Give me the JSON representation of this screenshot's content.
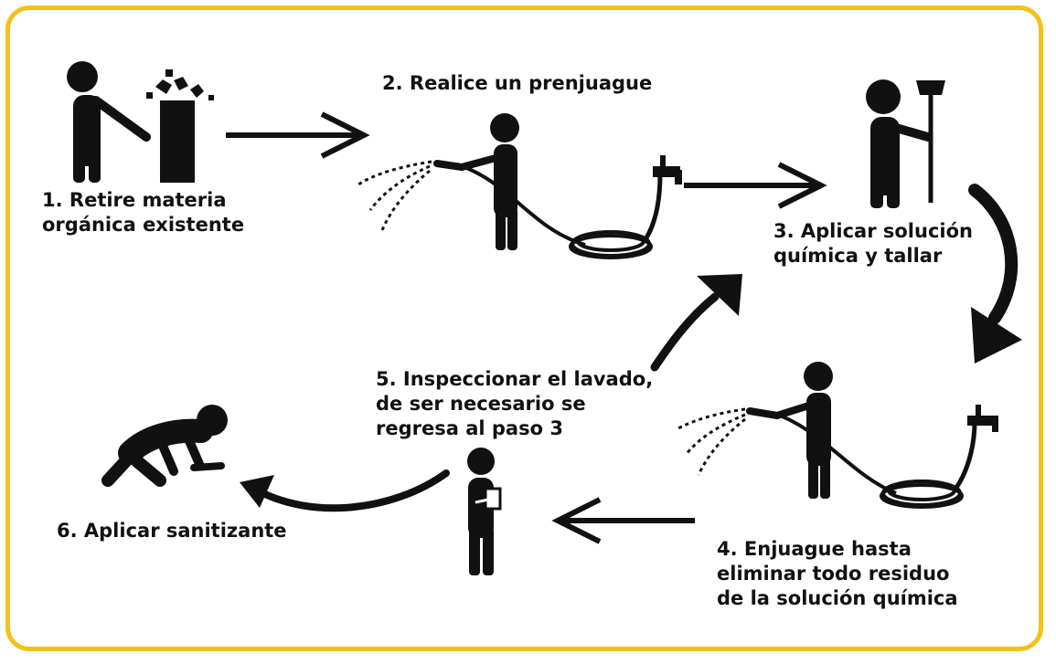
{
  "steps": [
    {
      "id": 1,
      "line1": "1. Retire materia",
      "line2": "orgánica existente"
    },
    {
      "id": 2,
      "line1": "2. Realice un prenjuague"
    },
    {
      "id": 3,
      "line1": "3. Aplicar solución",
      "line2": "química y tallar"
    },
    {
      "id": 4,
      "line1": "4. Enjuague hasta",
      "line2": "eliminar todo residuo",
      "line3": "de la solución química"
    },
    {
      "id": 5,
      "line1": "5. Inspeccionar el lavado,",
      "line2": "de ser necesario se",
      "line3": "regresa al paso 3"
    },
    {
      "id": 6,
      "line1": "6. Aplicar sanitizante"
    }
  ],
  "icons": [
    "person-disposing-waste-icon",
    "person-hose-rinse-icon",
    "person-with-brush-icon",
    "person-hose-rinse-icon",
    "person-clipboard-icon",
    "person-crouching-sanitize-icon"
  ],
  "colors": {
    "frame": "#f3c21a",
    "ink": "#111111",
    "background": "#ffffff"
  }
}
